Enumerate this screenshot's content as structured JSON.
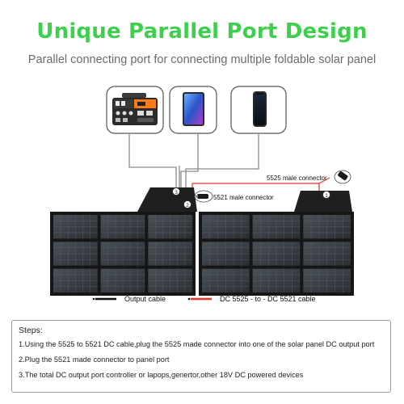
{
  "title": "Unique Parallel Port Design",
  "subtitle": "Parallel connecting port for connecting multiple foldable solar panel",
  "labels": {
    "male_5525": "5525 male connector",
    "male_5521": "5521 male connector",
    "marker_1": "1",
    "marker_2": "2",
    "marker_3": "3"
  },
  "legend": {
    "output_cable": "Output cable",
    "dc_cable": "DC 5525 - to - DC 5521 cable"
  },
  "steps": {
    "title": "Steps:",
    "items": [
      "1.Using the 5525 to 5521 DC cable,plug the 5525 made connector into one of the solar panel DC output port",
      "2.Plug the 5521 made connector to panel port",
      "3.The total DC output port controller or lapops,genertor,other 18V DC powered devices"
    ]
  },
  "colors": {
    "title_green": "#3fcf4e",
    "cable_red": "#e8322a",
    "panel_dark": "#222222"
  },
  "icons": [
    "power-station-icon",
    "tablet-icon",
    "phone-icon"
  ]
}
